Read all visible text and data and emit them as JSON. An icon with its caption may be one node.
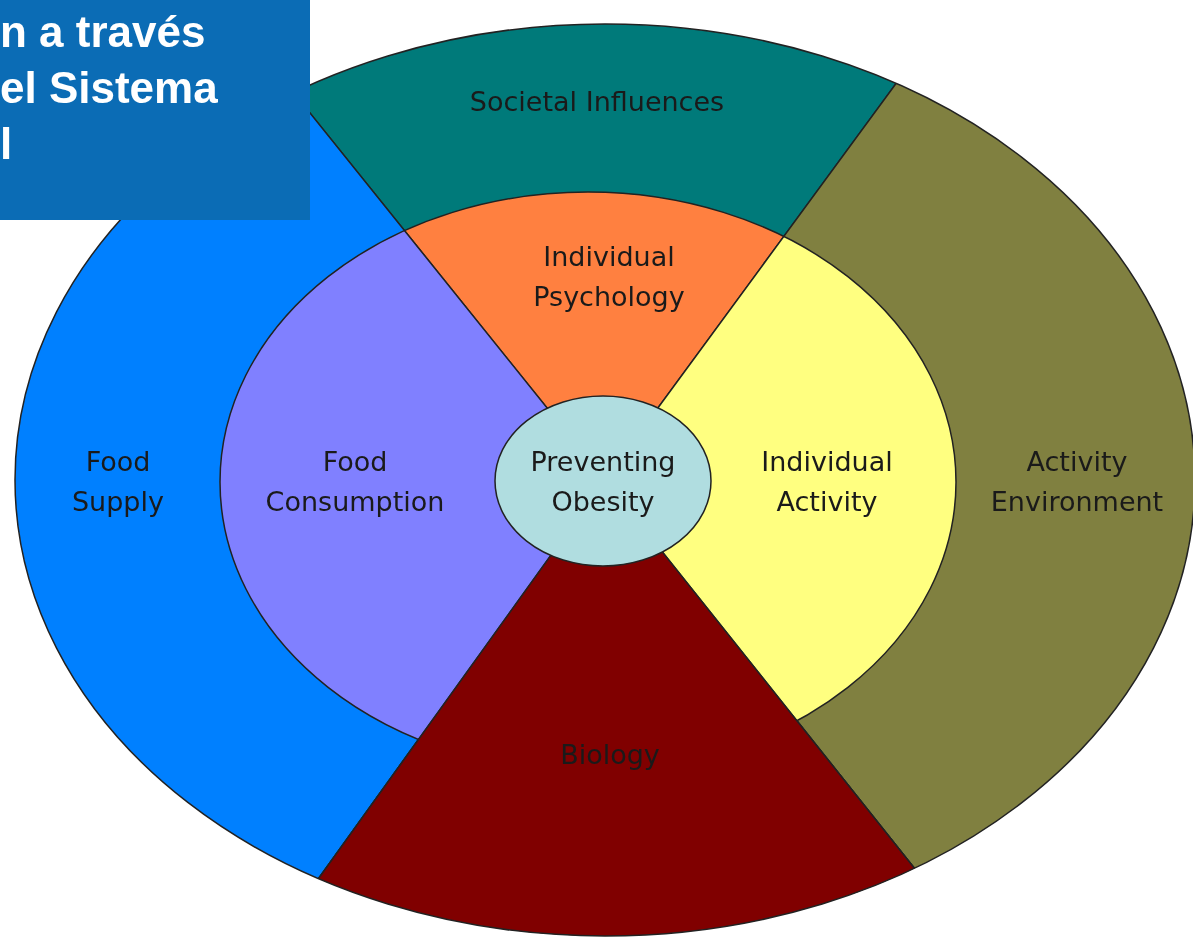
{
  "diagram": {
    "nodes": [
      {
        "text": [
          "n a través el Sistema l"
        ]
      },
      {
        "text": [
          "Societal Influences"
        ]
      },
      {
        "text": [
          "Food Supply"
        ]
      },
      {
        "text": [
          "Activity Environment"
        ]
      },
      {
        "text": [
          "Biology"
        ]
      },
      {
        "text": [
          "Individual Psychology"
        ]
      },
      {
        "text": [
          "Food Consumption"
        ]
      },
      {
        "text": [
          "Individual Activity"
        ]
      },
      {
        "text": [
          "Preventing Obesity"
        ]
      }
    ]
  }
}
